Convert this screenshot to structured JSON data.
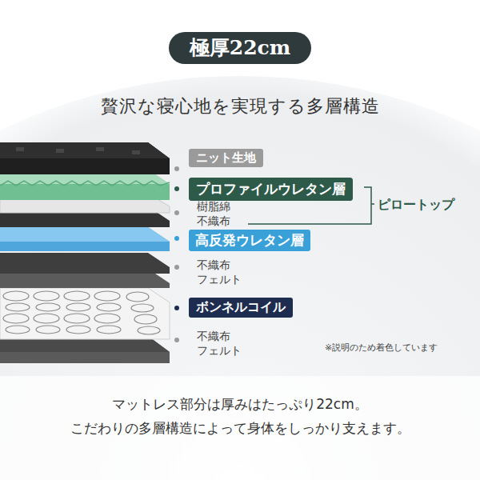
{
  "diagram": {
    "title": "贅沢な寝心地を実現する多層構造",
    "caption": "マットレス部分は厚みはたっぷり22cm。 こだわりの多層構造によって身体をしっかり支えます。",
    "nodes": [
      {
        "text": [
          "極厚22cm"
        ]
      },
      {
        "text": [
          "ニット生地"
        ]
      },
      {
        "text": [
          "プロファイルウレタン層"
        ]
      },
      {
        "text": [
          "高反発ウレタン層"
        ]
      },
      {
        "text": [
          "ボンネルコイル"
        ]
      }
    ],
    "labels": [
      "樹脂綿",
      "不織布",
      "ピロートップ",
      "不織布",
      "フェルト",
      "不織布",
      "フェルト",
      "※説明のため着色しています"
    ]
  }
}
